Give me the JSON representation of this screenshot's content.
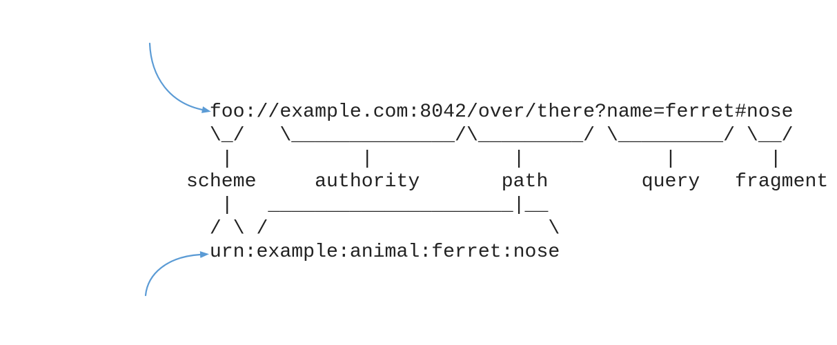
{
  "diagram": {
    "uri_example": "foo://example.com:8042/over/there?name=ferret#nose",
    "urn_example": "urn:example:animal:ferret:nose",
    "component_labels": [
      "scheme",
      "authority",
      "path",
      "query",
      "fragment"
    ],
    "ascii_lines": [
      "  foo://example.com:8042/over/there?name=ferret#nose",
      "  \\_/   \\______________/\\_________/ \\_________/ \\__/",
      "   |           |            |            |        |",
      "scheme     authority       path        query   fragment",
      "   |   _____________________|__",
      "  / \\ /                        \\",
      "  urn:example:animal:ferret:nose"
    ],
    "text_color": "#222222",
    "panel_background": "#ffffff"
  },
  "arrows": {
    "color": "#5b9bd5",
    "top_icon": "curved-arrow-icon",
    "bottom_icon": "curved-arrow-icon"
  }
}
